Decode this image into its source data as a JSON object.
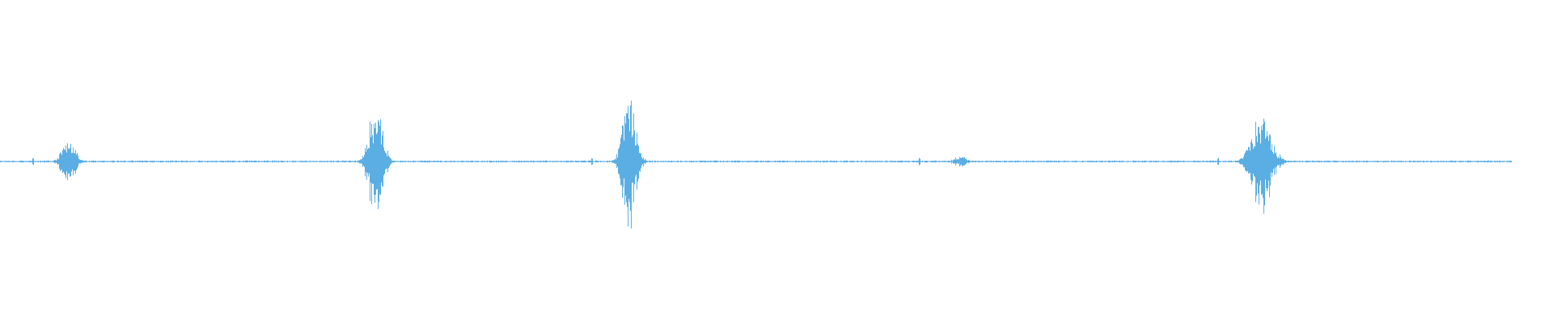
{
  "waveform": {
    "color": "#5aaee3",
    "background": "#ffffff",
    "noise_floor_level": 0.012,
    "duration_fraction": 0.973,
    "events": [
      {
        "center": 0.044,
        "amplitude": 0.34,
        "spread": 0.004
      },
      {
        "center": 0.242,
        "amplitude": 0.99,
        "spread": 0.004
      },
      {
        "center": 0.405,
        "amplitude": 0.99,
        "spread": 0.004
      },
      {
        "center": 0.618,
        "amplitude": 0.08,
        "spread": 0.004
      },
      {
        "center": 0.812,
        "amplitude": 0.73,
        "spread": 0.006
      }
    ],
    "minor_ticks": [
      0.021,
      0.381,
      0.592,
      0.784
    ]
  }
}
